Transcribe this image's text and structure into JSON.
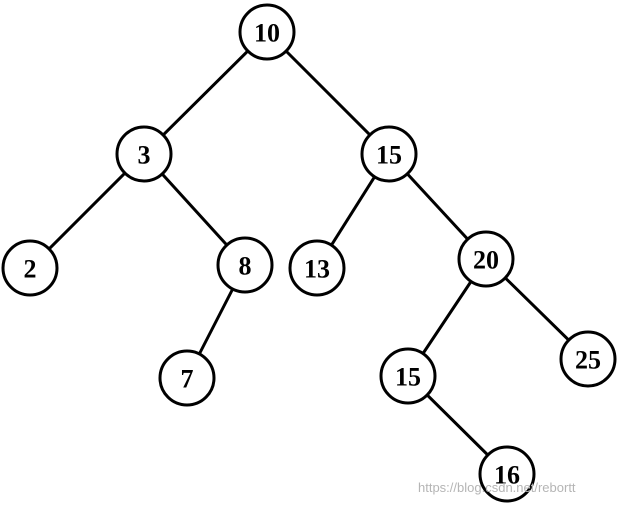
{
  "tree": {
    "nodes": [
      {
        "id": "n10",
        "label": "10"
      },
      {
        "id": "n3",
        "label": "3"
      },
      {
        "id": "n15a",
        "label": "15"
      },
      {
        "id": "n2",
        "label": "2"
      },
      {
        "id": "n8",
        "label": "8"
      },
      {
        "id": "n13",
        "label": "13"
      },
      {
        "id": "n20",
        "label": "20"
      },
      {
        "id": "n7",
        "label": "7"
      },
      {
        "id": "n15b",
        "label": "15"
      },
      {
        "id": "n25",
        "label": "25"
      },
      {
        "id": "n16",
        "label": "16"
      }
    ],
    "edges": [
      {
        "from": "n10",
        "to": "n3"
      },
      {
        "from": "n10",
        "to": "n15a"
      },
      {
        "from": "n3",
        "to": "n2"
      },
      {
        "from": "n3",
        "to": "n8"
      },
      {
        "from": "n8",
        "to": "n7"
      },
      {
        "from": "n15a",
        "to": "n13"
      },
      {
        "from": "n15a",
        "to": "n20"
      },
      {
        "from": "n20",
        "to": "n15b"
      },
      {
        "from": "n20",
        "to": "n25"
      },
      {
        "from": "n15b",
        "to": "n16"
      }
    ]
  },
  "watermark": {
    "text": "https://blog.csdn.net/rebortt"
  }
}
